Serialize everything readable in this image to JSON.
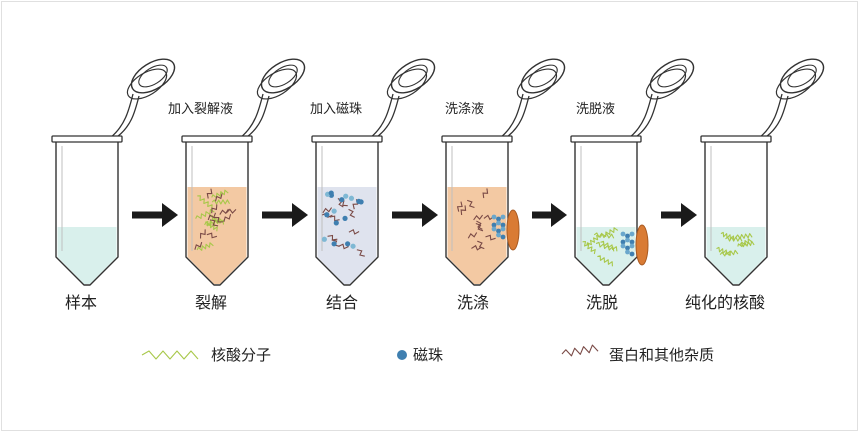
{
  "tubes": [
    {
      "label": "样本",
      "top_label": "",
      "liquid_color": "#d9f0ec",
      "liquid": "low",
      "contents": [],
      "magnet": false
    },
    {
      "label": "裂解",
      "top_label": "加入裂解液",
      "liquid_color": "#f3c9a3",
      "liquid": "full",
      "contents": [
        "nucleic-acid",
        "protein"
      ],
      "magnet": false
    },
    {
      "label": "结合",
      "top_label": "加入磁珠",
      "liquid_color": "#dfe3ee",
      "liquid": "full",
      "contents": [
        "protein",
        "beads"
      ],
      "magnet": false
    },
    {
      "label": "洗涤",
      "top_label": "洗涤液",
      "liquid_color": "#f3c9a3",
      "liquid": "full",
      "contents": [
        "protein",
        "beads-side"
      ],
      "magnet": true
    },
    {
      "label": "洗脱",
      "top_label": "洗脱液",
      "liquid_color": "#d9f0ec",
      "liquid": "low",
      "contents": [
        "nucleic-acid",
        "beads-side"
      ],
      "magnet": true
    },
    {
      "label": "纯化的核酸",
      "top_label": "",
      "liquid_color": "#d9f0ec",
      "liquid": "low",
      "contents": [
        "nucleic-acid"
      ],
      "magnet": false
    }
  ],
  "legend": {
    "nucleic_acid": "核酸分子",
    "beads": "磁珠",
    "protein": "蛋白和其他杂质"
  },
  "colors": {
    "nucleic_acid": "#a8c84a",
    "bead": "#3f7fb0",
    "protein": "#7a4a46",
    "magnet": "#d97b34",
    "arrow": "#1a1a1a",
    "outline": "#333333"
  },
  "icons": {
    "arrow": "right-arrow-icon",
    "cap": "tube-cap-icon"
  }
}
